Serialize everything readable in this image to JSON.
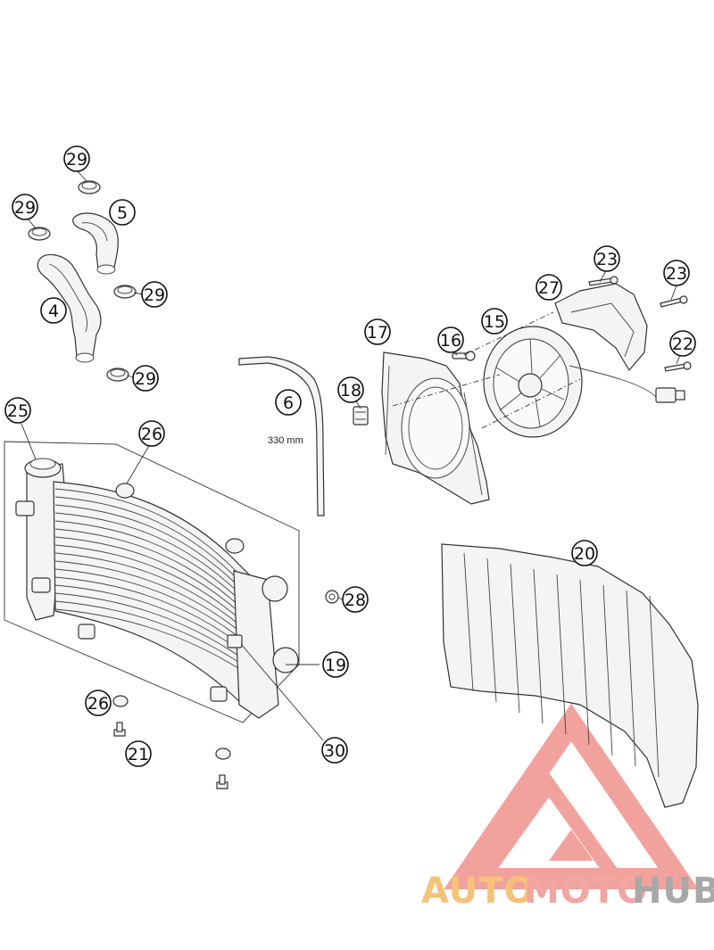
{
  "diagram": {
    "callouts": [
      {
        "id": "c29a",
        "label": "29",
        "part": "hose-clamp"
      },
      {
        "id": "c5",
        "label": "5",
        "part": "upper-radiator-hose"
      },
      {
        "id": "c29b",
        "label": "29",
        "part": "hose-clamp"
      },
      {
        "id": "c4",
        "label": "4",
        "part": "lower-radiator-hose"
      },
      {
        "id": "c29c",
        "label": "29",
        "part": "hose-clamp"
      },
      {
        "id": "c29d",
        "label": "29",
        "part": "hose-clamp"
      },
      {
        "id": "c6",
        "label": "6",
        "part": "overflow-hose"
      },
      {
        "id": "c17",
        "label": "17",
        "part": "fan-shroud"
      },
      {
        "id": "c16",
        "label": "16",
        "part": "shroud-screw"
      },
      {
        "id": "c15",
        "label": "15",
        "part": "radiator-fan"
      },
      {
        "id": "c27",
        "label": "27",
        "part": "fan-cover"
      },
      {
        "id": "c23a",
        "label": "23",
        "part": "screw"
      },
      {
        "id": "c23b",
        "label": "23",
        "part": "screw"
      },
      {
        "id": "c22",
        "label": "22",
        "part": "screw"
      },
      {
        "id": "c18",
        "label": "18",
        "part": "clip-nut"
      },
      {
        "id": "c25",
        "label": "25",
        "part": "radiator-cap"
      },
      {
        "id": "c26a",
        "label": "26",
        "part": "rubber-grommet"
      },
      {
        "id": "c28",
        "label": "28",
        "part": "nut"
      },
      {
        "id": "c19",
        "label": "19",
        "part": "radiator"
      },
      {
        "id": "c30",
        "label": "30",
        "part": "temperature-sensor"
      },
      {
        "id": "c26b",
        "label": "26",
        "part": "rubber-grommet"
      },
      {
        "id": "c21",
        "label": "21",
        "part": "bolt"
      },
      {
        "id": "c20",
        "label": "20",
        "part": "radiator-guard"
      }
    ],
    "hose_length_note": "330 mm"
  },
  "watermark": {
    "text_parts": [
      "AUTO",
      "MOTO",
      "HUB"
    ],
    "colors": {
      "auto": "#f5c27a",
      "moto": "#f2a6a2",
      "hub": "#a8a8a8",
      "logo": "#f08b85"
    }
  }
}
